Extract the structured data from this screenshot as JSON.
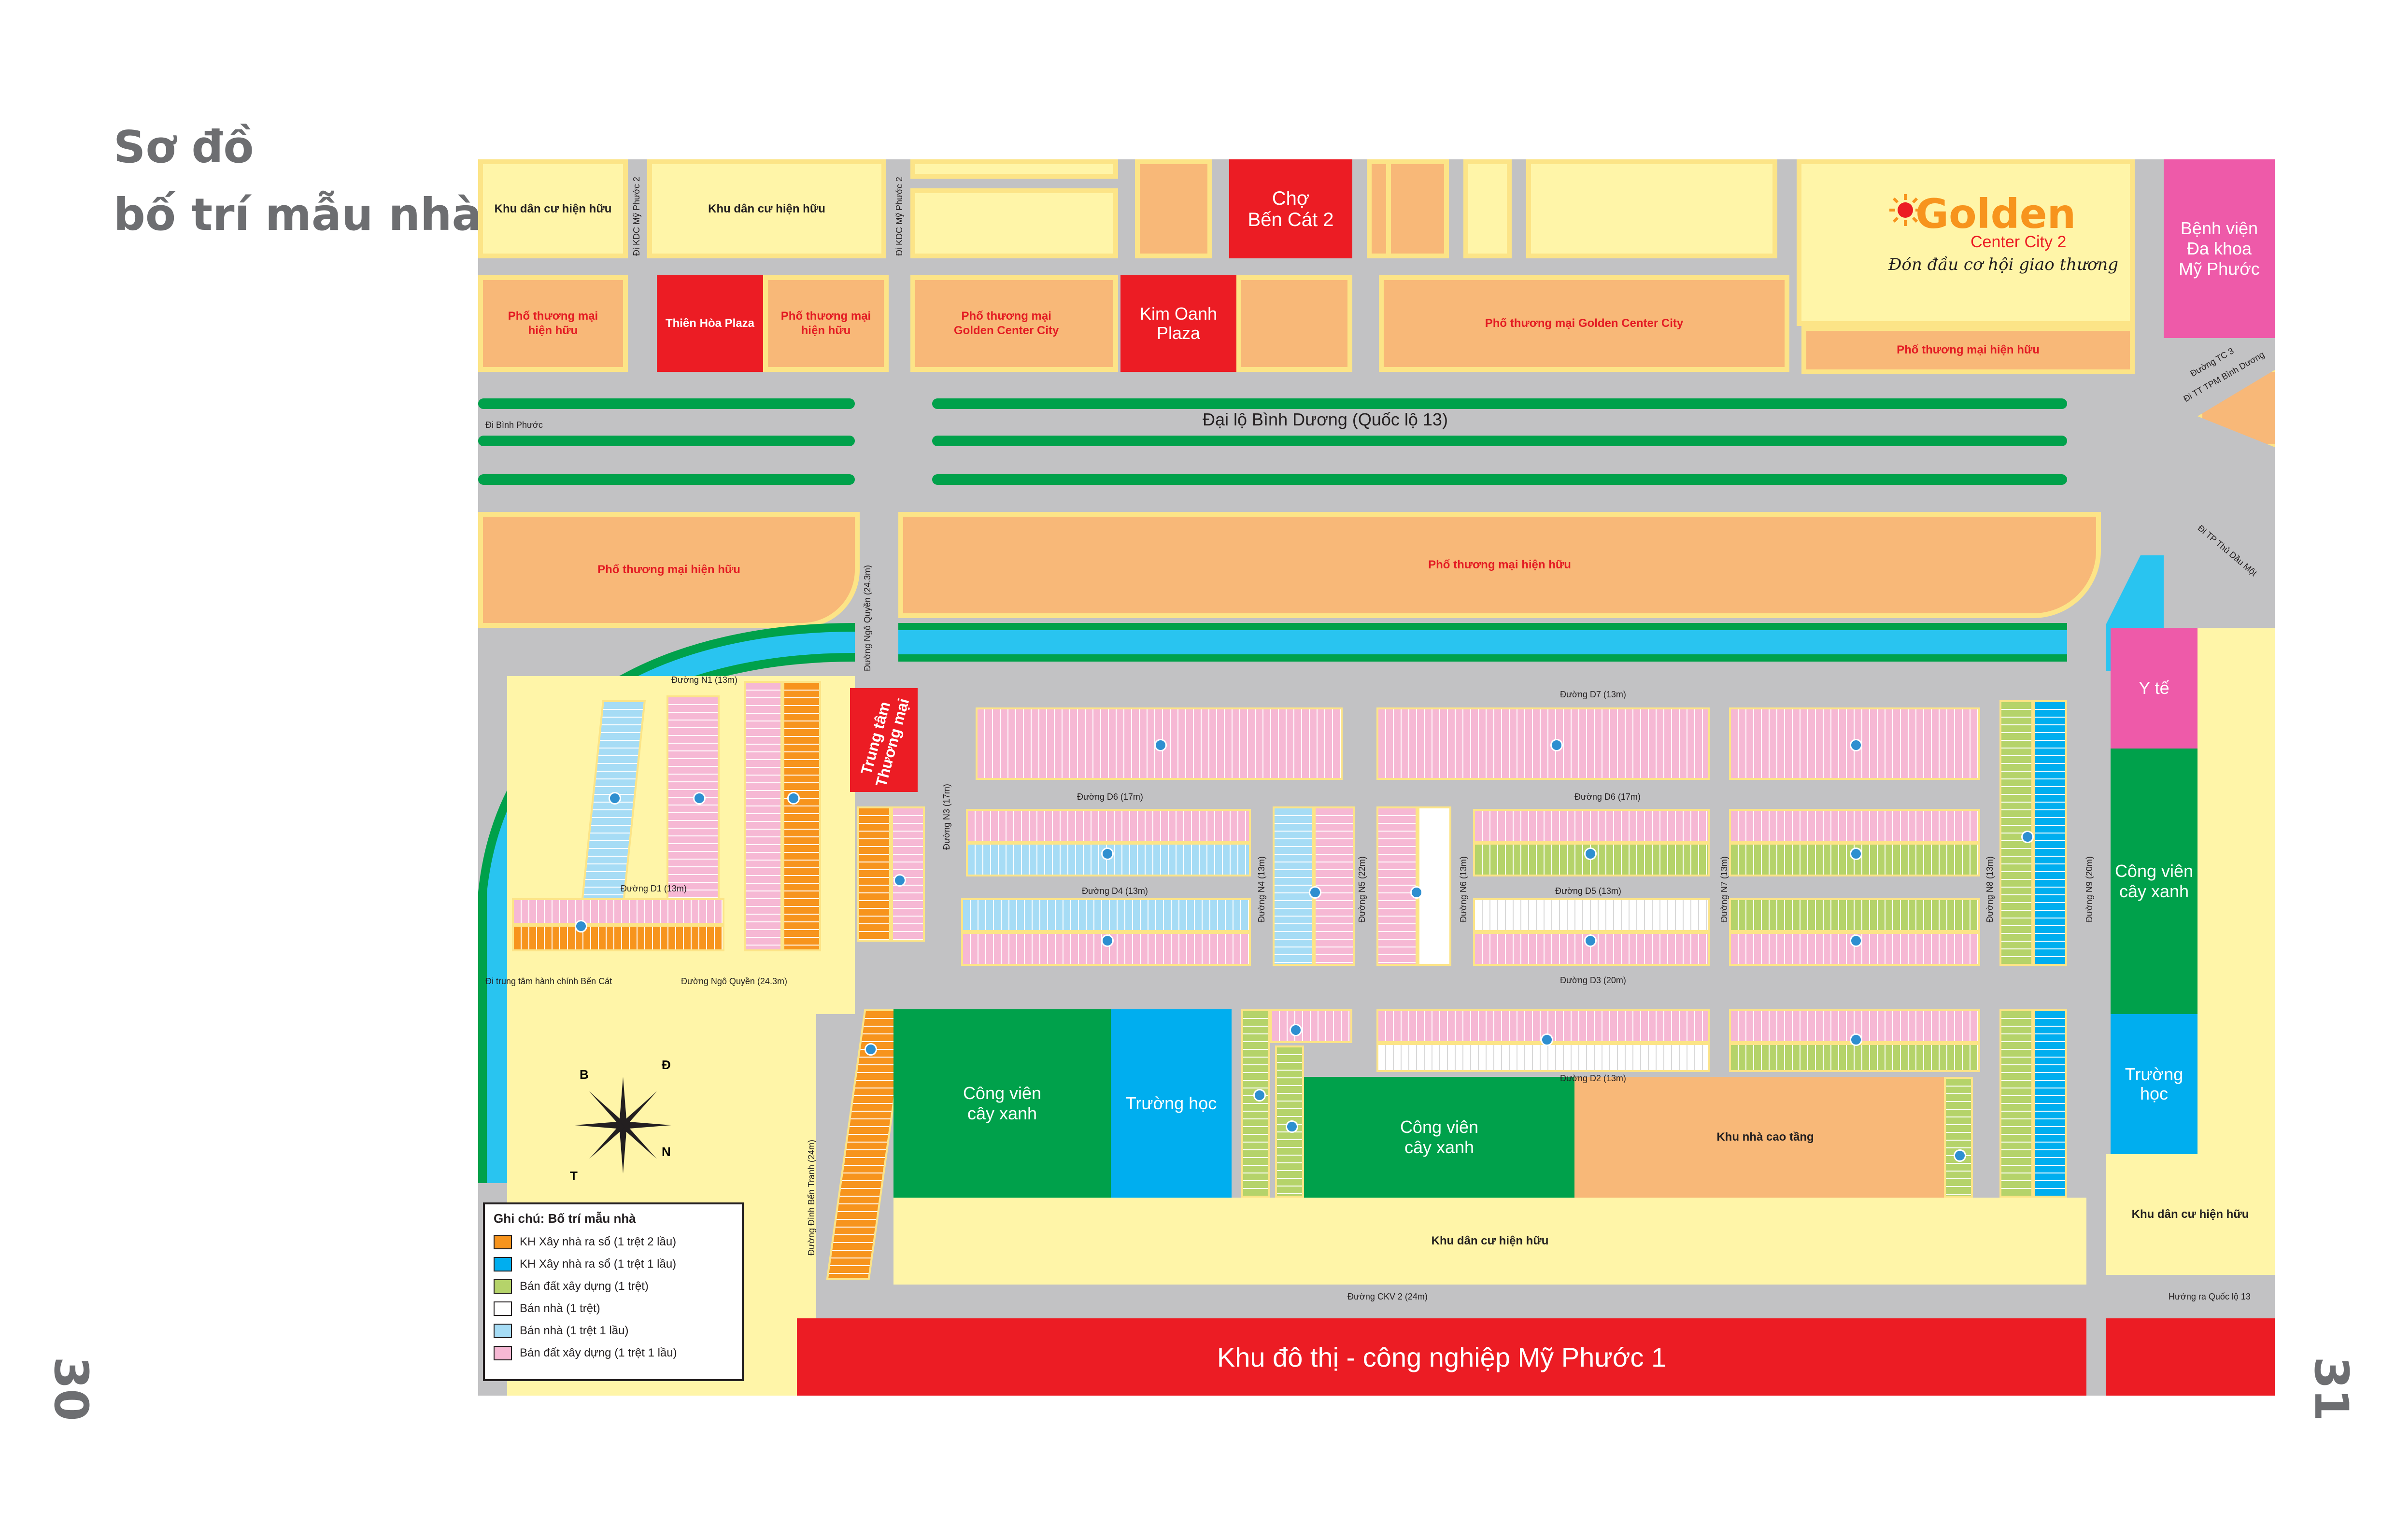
{
  "page": {
    "title_line1": "Sơ đồ",
    "title_line2": "bố trí mẫu nhà",
    "page_left": "30",
    "page_right": "31"
  },
  "brand": {
    "logo_word": "Golden",
    "logo_sub": "Center City 2",
    "tagline": "Đón đầu cơ hội giao thương"
  },
  "areas": {
    "kdc_hh_1": "Khu dân cư hiện hữu",
    "kdc_hh_2": "Khu dân cư hiện hữu",
    "cho": "Chợ\nBến Cát 2",
    "benh_vien": "Bệnh viện\nĐa khoa\nMỹ Phước",
    "pho_tm_hh_1": "Phố thương mại\nhiện hữu",
    "thien_hoa": "Thiên Hòa Plaza",
    "pho_tm_hh_2": "Phố thương mại\nhiện hữu",
    "pho_tm_gcc_1": "Phố thương mại\nGolden Center City",
    "kim_oanh": "Kim Oanh\nPlaza",
    "pho_tm_gcc_2": "Phố thương mại Golden Center City",
    "pho_tm_hh_3": "Phố thương mại hiện hữu",
    "pho_tm_hh_4": "Phố thương mại hiện hữu",
    "pho_tm_hh_5": "Phố thương mại hiện hữu",
    "trung_tam_tm": "Trung tâm\nThương mại",
    "y_te": "Y tế",
    "cong_vien_1": "Công viên\ncây xanh",
    "cong_vien_2": "Công viên\ncây xanh",
    "cong_vien_3": "Công viên\ncây xanh",
    "truong_hoc_1": "Trường học",
    "truong_hoc_2": "Trường\nhọc",
    "khu_cao_tang": "Khu nhà cao tầng",
    "kdc_hh_3": "Khu dân cư hiện hữu",
    "kdc_hh_4": "Khu dân cư hiện hữu",
    "khu_do_thi": "Khu đô thị - công nghiệp Mỹ Phước 1"
  },
  "roads": {
    "dai_lo": "Đại lộ Bình Dương (Quốc lộ 13)",
    "di_binh_phuoc": "Đi Bình Phước",
    "di_kdc_1": "Đi KDC Mỹ Phước 2",
    "di_kdc_2": "Đi KDC Mỹ Phước 2",
    "duong_tc3": "Đường TC 3",
    "di_tt_tpm": "Đi TT TPM Bình Dương",
    "di_tp_tdm": "Đi TP Thủ Dầu Một",
    "ngo_quyen_v": "Đường Ngô Quyền (24.3m)",
    "ngo_quyen_h": "Đường Ngô Quyền (24.3m)",
    "di_tt_ben_cat": "Đi trung tâm hành chính Bến Cát",
    "n1_13": "Đường N1 (13m)",
    "d1_13": "Đường D1 (13m)",
    "d7": "Đường D7 (13m)",
    "d6_1": "Đường D6 (17m)",
    "d6_2": "Đường D6 (17m)",
    "d4": "Đường D4 (13m)",
    "d5": "Đường D5 (13m)",
    "d3": "Đường D3 (20m)",
    "d2": "Đường D2 (13m)",
    "n3": "Đường N3 (17m)",
    "n4": "Đường N4 (13m)",
    "n5": "Đường N5 (22m)",
    "n6": "Đường N6 (13m)",
    "n7": "Đường N7 (13m)",
    "n8": "Đường N8 (13m)",
    "n9": "Đường N9 (20m)",
    "dinh_ben_tranh": "Đường Đình Bến Tranh (24m)",
    "ckv2": "Đường CKV 2 (24m)",
    "huong_ql13": "Hướng ra Quốc lộ 13"
  },
  "compass": {
    "n_top": "B",
    "e": "Đ",
    "s": "N",
    "w": "T"
  },
  "block_ids": [
    "A1",
    "A2",
    "A3",
    "A4",
    "A5",
    "A6",
    "A7",
    "A8",
    "A9",
    "A10",
    "A11",
    "A12",
    "A13",
    "A14",
    "A15",
    "A16",
    "A17",
    "A18",
    "A19",
    "A20",
    "A21",
    "A22",
    "A23",
    "A24"
  ],
  "legend": {
    "title": "Ghi chú: Bố trí mẫu nhà",
    "items": [
      {
        "label": "KH Xây nhà ra sổ (1 trệt 2 lầu)",
        "color": "#f7941d"
      },
      {
        "label": "KH Xây nhà ra sổ (1 trệt 1 lầu)",
        "color": "#00aeef"
      },
      {
        "label": "Bán đất xây dựng (1 trệt)",
        "color": "#b5d36a"
      },
      {
        "label": "Bán nhà (1 trệt)",
        "color": "#ffffff"
      },
      {
        "label": "Bán nhà (1 trệt 1 lầu)",
        "color": "#a6dcf5"
      },
      {
        "label": "Bán đất xây dựng (1 trệt 1 lầu)",
        "color": "#f6b8d4"
      }
    ]
  }
}
